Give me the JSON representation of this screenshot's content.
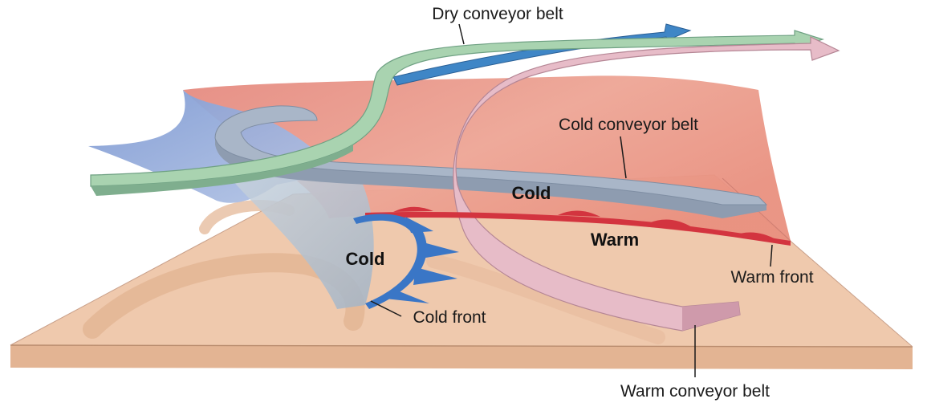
{
  "labels": {
    "dry_conveyor_belt": "Dry conveyor belt",
    "cold_conveyor_belt": "Cold conveyor belt",
    "warm_conveyor_belt": "Warm conveyor belt",
    "cold_front": "Cold front",
    "warm_front": "Warm front",
    "cold_air_north": "Cold",
    "cold_air_west": "Cold",
    "warm_air": "Warm"
  },
  "colors": {
    "ground_top": "#efc9ad",
    "ground_side": "#e3b493",
    "warm_front_surface": "#e89c8e",
    "cold_front_surface": "#8aa4d6",
    "dry_belt": "#a9d3b0",
    "cold_belt": "#a9b6c8",
    "warm_belt": "#e7bcc8",
    "upper_arrow": "#3f86c6",
    "cold_front_line": "#3a76c6",
    "warm_front_line": "#d3343f"
  }
}
